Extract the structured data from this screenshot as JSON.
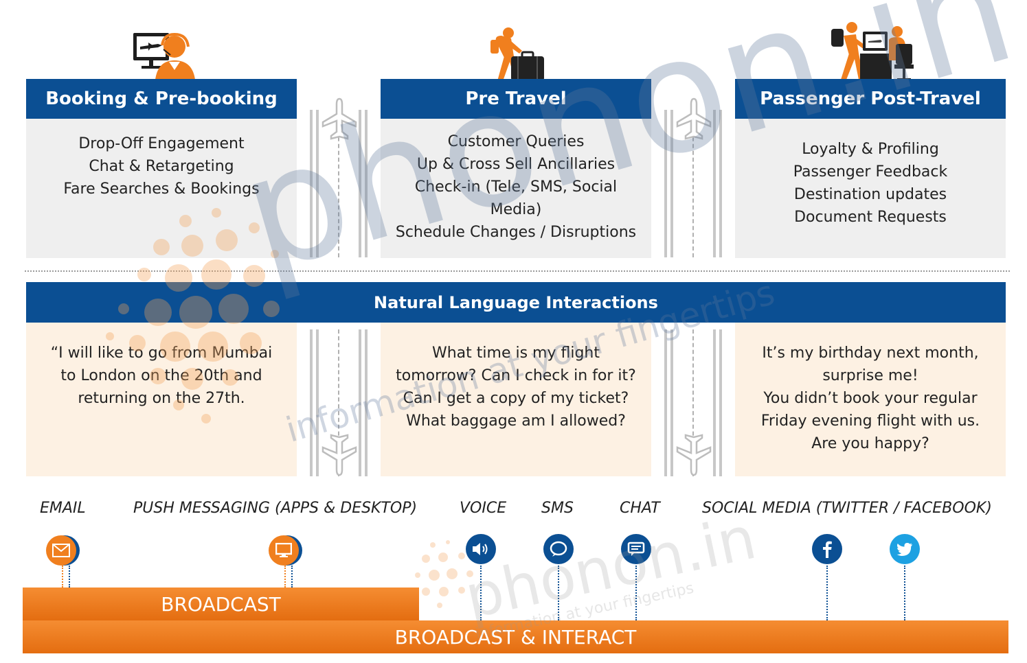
{
  "stages": [
    {
      "title": "Booking & Pre-booking",
      "lines": [
        "Drop-Off Engagement",
        "Chat & Retargeting",
        "Fare Searches & Bookings"
      ],
      "icon": "call-center-agent-icon"
    },
    {
      "title": "Pre Travel",
      "lines": [
        "Customer Queries",
        "Up & Cross Sell Ancillaries",
        "Check-in (Tele, SMS, Social",
        "Media)",
        "Schedule Changes / Disruptions"
      ],
      "icon": "traveler-with-luggage-icon"
    },
    {
      "title": "Passenger Post-Travel",
      "lines": [
        "Loyalty & Profiling",
        "Passenger Feedback",
        "Destination updates",
        "Document Requests"
      ],
      "icon": "passenger-at-desk-icon"
    }
  ],
  "nli": {
    "title": "Natural Language Interactions",
    "examples": [
      [
        "“I will like to go from Mumbai",
        "to London on the 20th and",
        "returning on the 27th."
      ],
      [
        "What time is my flight",
        "tomorrow? Can I check in for it?",
        "Can I get a copy of my ticket?",
        "What baggage am I allowed?"
      ],
      [
        "It’s my birthday next month,",
        "surprise me!",
        "You didn’t book your regular",
        "Friday evening flight with us.",
        "Are you happy?"
      ]
    ]
  },
  "channels": {
    "email": "EMAIL",
    "push": "PUSH MESSAGING (APPS & DESKTOP)",
    "voice": "VOICE",
    "sms": "SMS",
    "chat": "CHAT",
    "social": "SOCIAL MEDIA (TWITTER / FACEBOOK)"
  },
  "bars": {
    "broadcast": "BROADCAST",
    "broadcast_interact": "BROADCAST & INTERACT"
  },
  "watermark": {
    "brand": "phonon.in",
    "tagline": "information at your fingertips"
  },
  "colors": {
    "header_blue": "#0b4f93",
    "accent_orange": "#f07f1e",
    "body_gray": "#efefef",
    "body_cream": "#fdf1e3",
    "twitter_blue": "#1da1e2"
  }
}
